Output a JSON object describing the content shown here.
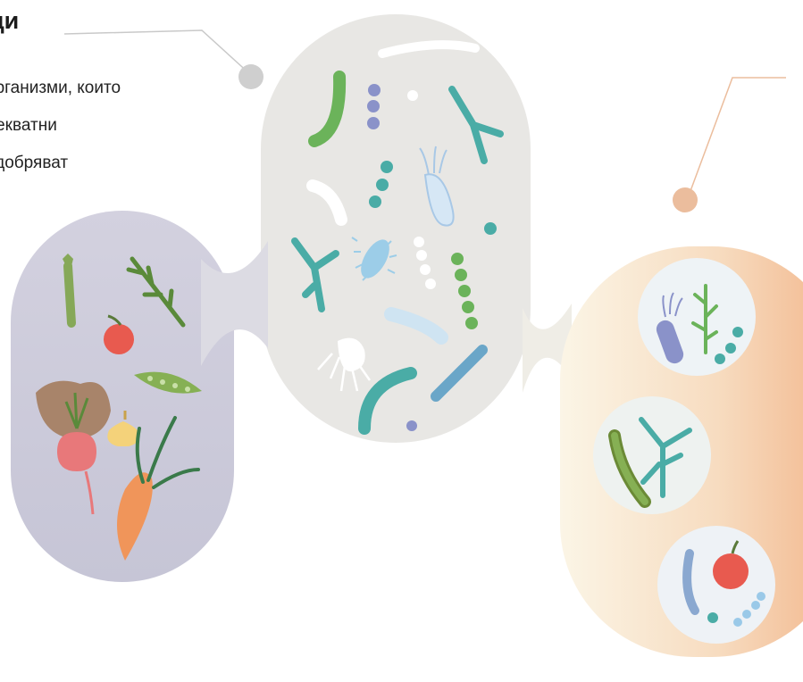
{
  "text": {
    "title": "ци",
    "lines": [
      "организми, които",
      "декватни",
      "одобряват"
    ]
  },
  "colors": {
    "leftBlob": "#cdcbdc",
    "midBlob": "#e8e7e4",
    "rightGradStart": "#fbf5e6",
    "rightGradEnd": "#f2b58a",
    "connectorGrey": "#c9c9c9",
    "connectorOrange": "#ebbd9d",
    "microbeGreen": "#6bb35a",
    "microbeTeal": "#4aaca6",
    "microbeBlue": "#8a92c9",
    "microbeLight": "#cfe4f2",
    "tomato": "#e85a4f",
    "carrot": "#f0955a"
  },
  "icons": [
    "asparagus-icon",
    "tomato-icon",
    "arugula-icon",
    "pea-pod-icon",
    "spinach-icon",
    "garlic-icon",
    "beet-icon",
    "carrot-icon",
    "rod-bacteria-icon",
    "cocci-chain-icon",
    "y-bacteria-icon",
    "flagellated-bacteria-icon",
    "ciliated-bacteria-icon"
  ]
}
